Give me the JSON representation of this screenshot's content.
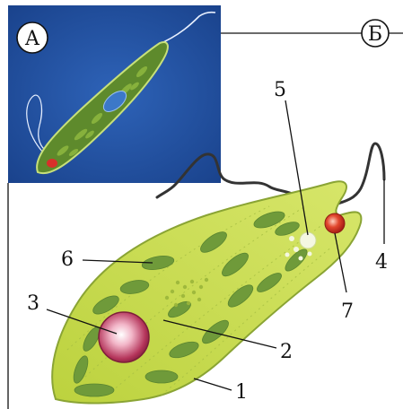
{
  "panels": {
    "photo": {
      "letter": "А"
    },
    "drawing": {
      "letter": "Б"
    }
  },
  "labels": [
    {
      "id": "1",
      "text": "1"
    },
    {
      "id": "2",
      "text": "2"
    },
    {
      "id": "3",
      "text": "3"
    },
    {
      "id": "4",
      "text": "4"
    },
    {
      "id": "5",
      "text": "5"
    },
    {
      "id": "6",
      "text": "6"
    },
    {
      "id": "7",
      "text": "7"
    }
  ],
  "colors": {
    "photo_bg": "#1f4f9e",
    "cell_body": "#c9dc4a",
    "chloroplast": "#6f9a3a",
    "nucleus": "#b4345a",
    "eyespot": "#d83a2a",
    "flagellum": "#333333"
  }
}
